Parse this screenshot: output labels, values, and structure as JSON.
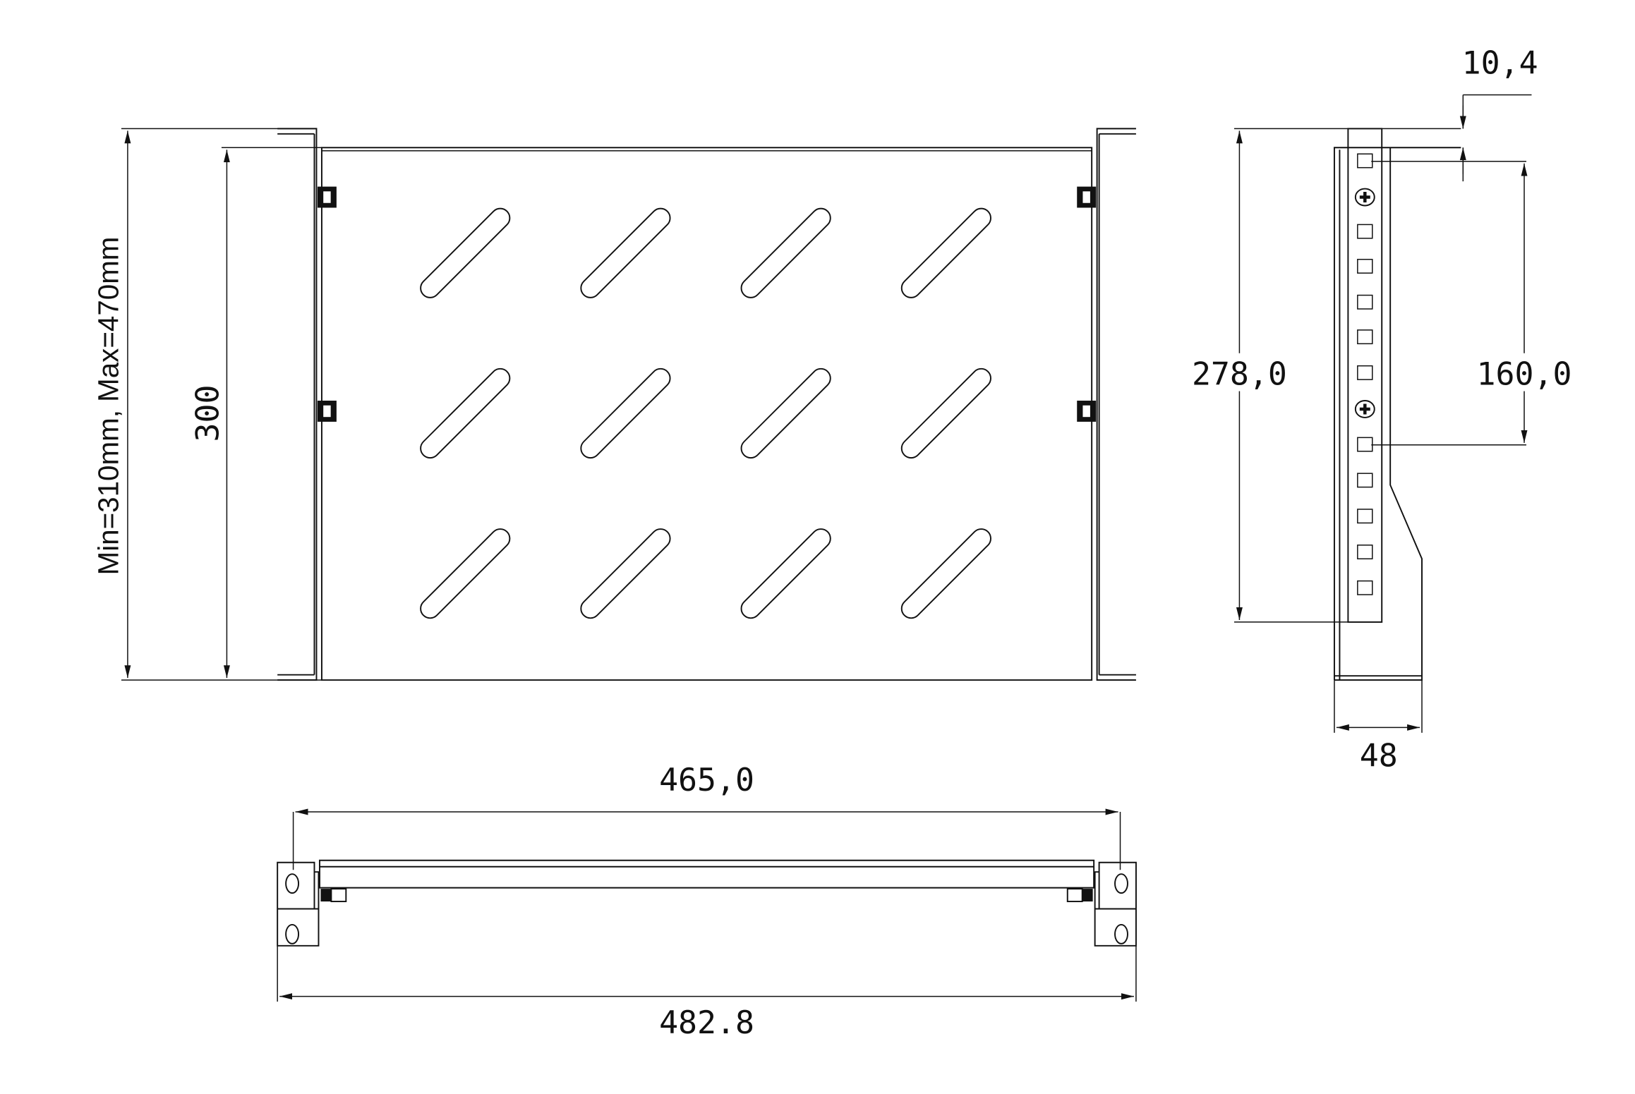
{
  "drawing": {
    "front_view": {
      "depth_label": "300",
      "adjust_label": "Min=310mm, Max=470mm"
    },
    "side_view": {
      "height_label": "278,0",
      "offset_label": "10,4",
      "spacing_label": "160,0",
      "width_label": "48"
    },
    "bottom_view": {
      "inner_width_label": "465,0",
      "outer_width_label": "482.8"
    },
    "colors": {
      "line": "#111111",
      "background": "#ffffff"
    }
  }
}
